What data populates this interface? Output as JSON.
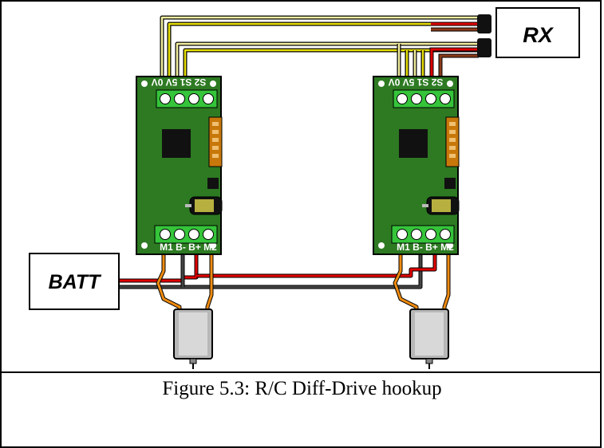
{
  "caption": "Figure 5.3: R/C Diff-Drive hookup",
  "rx_label": "RX",
  "batt_label": "BATT",
  "board_top_labels": "S2 S1 5V 0V",
  "board_bottom_labels": "M1 B- B+ M2",
  "colors": {
    "board": "#2d7a22",
    "terminal": "#35c43a",
    "wire_red": "#e00000",
    "wire_yellow": "#e8e000",
    "wire_brown": "#8a3a1a",
    "wire_orange": "#ee8a10",
    "wire_dark": "#444444"
  }
}
